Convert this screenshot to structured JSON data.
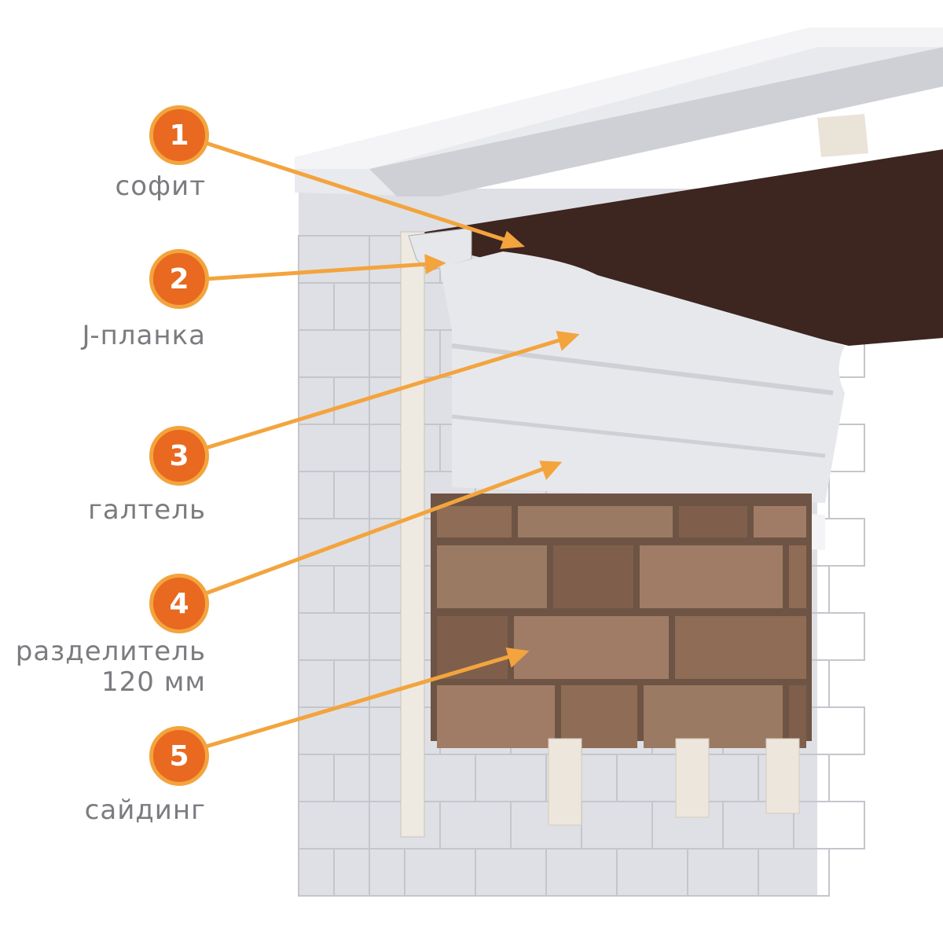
{
  "callouts": [
    {
      "number": "1",
      "label": "софит"
    },
    {
      "number": "2",
      "label": "J-планка"
    },
    {
      "number": "3",
      "label": "галтель"
    },
    {
      "number": "4",
      "label": "разделитель",
      "label_line2": "120 мм"
    },
    {
      "number": "5",
      "label": "сайдинг"
    }
  ],
  "colors": {
    "badge": "#e8691f",
    "badge_ring": "#f3a43d",
    "arrow": "#f3a43d",
    "soffit": "#3d2520",
    "brick": "#8a6a52",
    "wall": "#dcdde2"
  }
}
